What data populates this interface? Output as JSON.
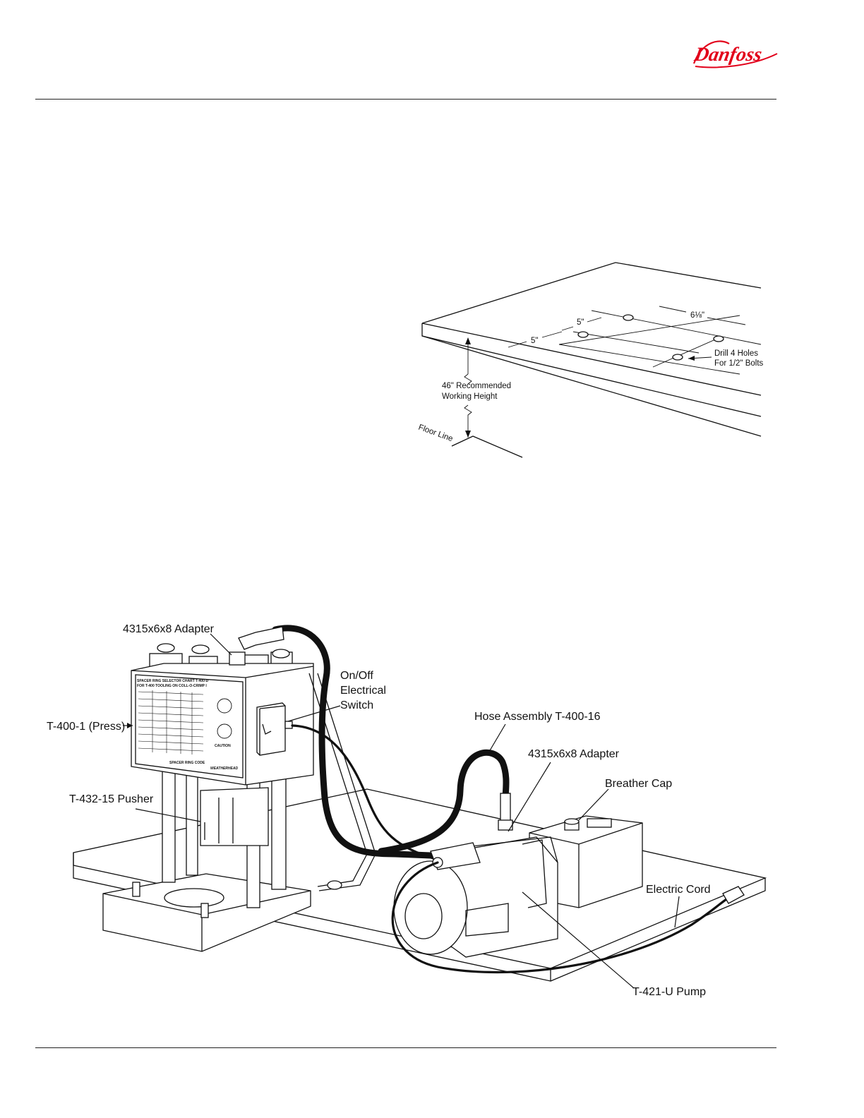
{
  "header": {
    "brand": "Danfoss",
    "brand_color": "#e2001a"
  },
  "bench_diagram": {
    "dim_spacing_a": "5\"",
    "dim_spacing_b": "5\"",
    "dim_width": "6⅛\"",
    "drill_note_line1": "Drill 4 Holes",
    "drill_note_line2": "For 1/2\" Bolts",
    "height_line1": "46\" Recommended",
    "height_line2": "Working Height",
    "floor_line": "Floor Line"
  },
  "assembly_diagram": {
    "adapter_top": "4315x6x8 Adapter",
    "switch_line1": "On/Off",
    "switch_line2": "Electrical",
    "switch_line3": "Switch",
    "press": "T-400-1 (Press)",
    "hose_assembly": "Hose Assembly T-400-16",
    "adapter_pump": "4315x6x8 Adapter",
    "breather_cap": "Breather Cap",
    "pusher": "T-432-15 Pusher",
    "electric_cord": "Electric Cord",
    "pump": "T-421-U Pump",
    "chart_title_1": "SPACER RING SELECTOR CHART T-400-D",
    "chart_title_2": "FOR T-400 TOOLING ON COLL-O-CRIMP I",
    "chart_code": "SPACER RING CODE",
    "chart_brand": "WEATHERHEAD",
    "chart_caution": "CAUTION"
  }
}
